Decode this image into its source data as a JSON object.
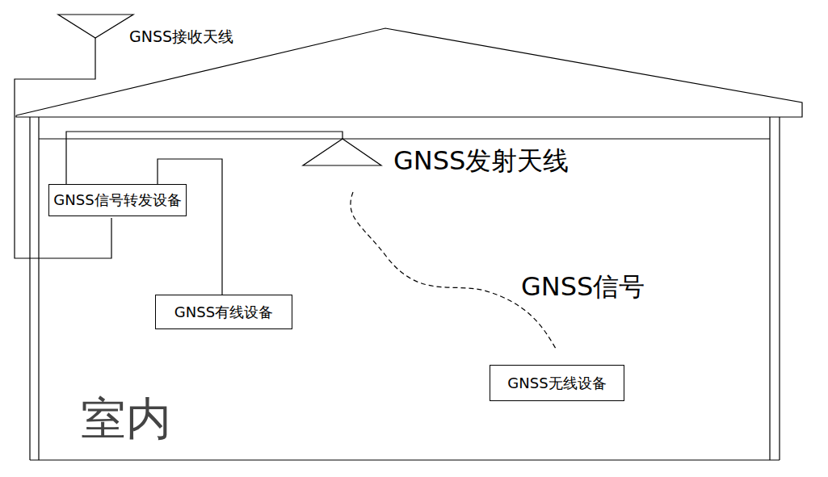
{
  "diagram": {
    "nodes": [
      {
        "text": [
          "GNSS信号转发设备"
        ]
      },
      {
        "text": [
          "GNSS有线设备"
        ]
      },
      {
        "text": [
          "GNSS无线设备"
        ]
      }
    ],
    "edges": [
      {
        "from": 0,
        "to": 1,
        "arrow": "none"
      }
    ],
    "labels": [
      "GNSS接收天线",
      "GNSS发射天线",
      "GNSS信号",
      "室内"
    ]
  }
}
